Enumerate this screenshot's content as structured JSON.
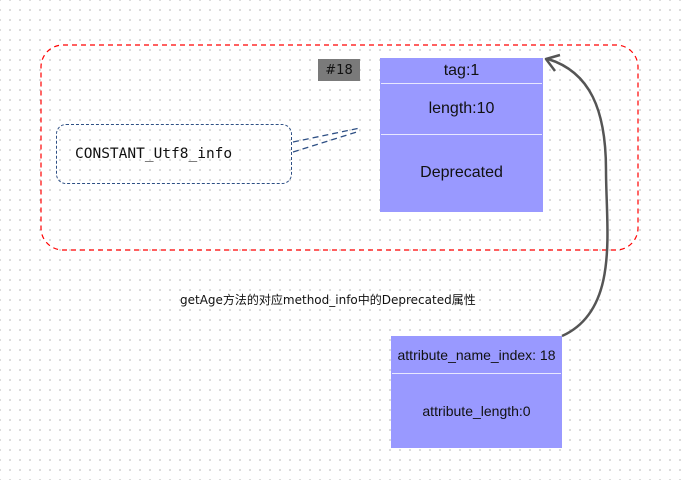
{
  "constant": {
    "label": "CONSTANT_Utf8_info",
    "badge": "#18",
    "fields": {
      "tag": "tag:1",
      "length": "length:10",
      "value": "Deprecated"
    }
  },
  "caption": "getAge方法的对应method_info中的Deprecated属性",
  "attribute": {
    "name_index": "attribute_name_index: 18",
    "length": "attribute_length:0"
  },
  "colors": {
    "struct_fill": "#9999ff",
    "group_border": "#ff0000",
    "constant_border": "#2e4f84",
    "badge_fill": "#7a7a7a",
    "arrow": "#555555"
  }
}
